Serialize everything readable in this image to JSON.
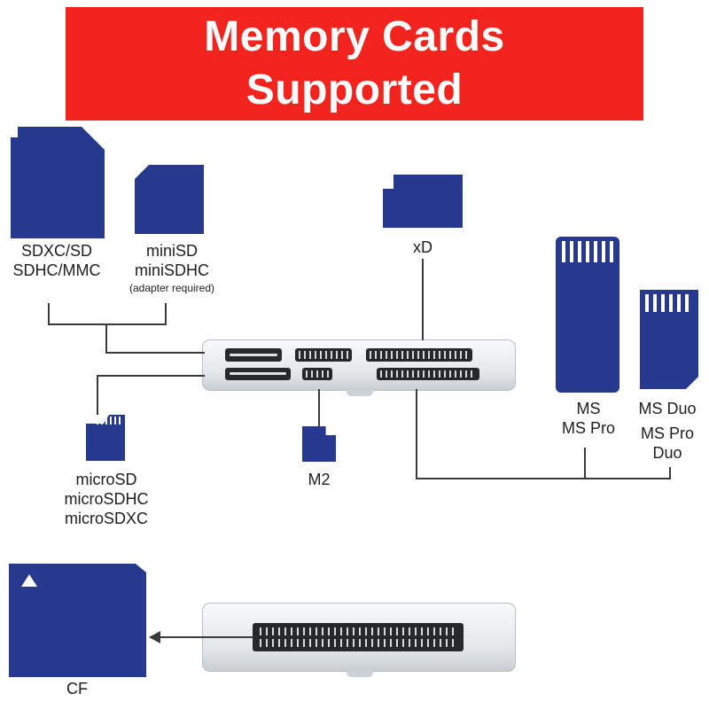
{
  "banner": {
    "title_line1": "Memory Cards",
    "title_line2": "Supported"
  },
  "cards": {
    "sd": {
      "labels": [
        "SDXC/SD",
        "SDHC/MMC"
      ]
    },
    "minisd": {
      "labels": [
        "miniSD",
        "miniSDHC"
      ],
      "note": "(adapter required)"
    },
    "xd": {
      "labels": [
        "xD"
      ]
    },
    "ms": {
      "labels": [
        "MS",
        "MS Pro"
      ]
    },
    "ms_duo": {
      "labels": [
        "MS Duo",
        "MS Pro",
        "Duo"
      ]
    },
    "microsd": {
      "labels": [
        "microSD",
        "microSDHC",
        "microSDXC"
      ]
    },
    "m2": {
      "labels": [
        "M2"
      ]
    },
    "cf": {
      "labels": [
        "CF"
      ]
    }
  },
  "icons": {
    "sd_card": "css-card-shape",
    "minisd_card": "css-card-shape",
    "xd_card": "css-card-shape",
    "ms_card": "css-card-shape",
    "ms_duo_card": "css-card-shape",
    "microsd_card": "css-card-shape",
    "m2_card": "css-card-shape",
    "cf_card": "css-card-shape",
    "card_reader_top": "css-device-shape",
    "card_reader_front": "css-device-shape",
    "cf_arrow": "css-arrow-left"
  },
  "colors": {
    "banner_bg": "#f3241d",
    "banner_text": "#ffffff",
    "card_navy": "#27398f",
    "connector_line": "#3a3a3a",
    "reader_body": "#e4e7ea",
    "slot_dark": "#26292c"
  }
}
